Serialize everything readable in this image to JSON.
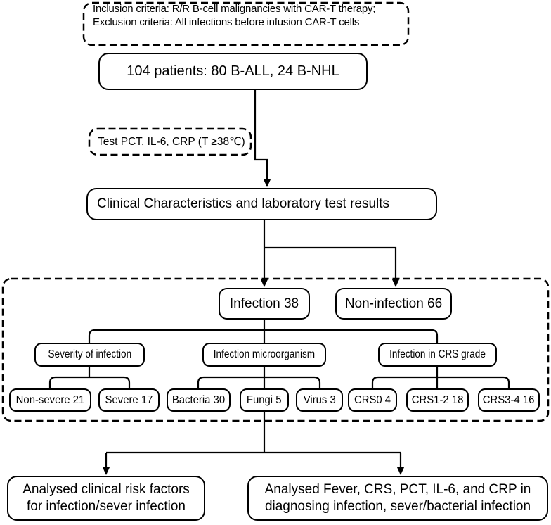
{
  "colors": {
    "ink": "#000000",
    "background": "#ffffff"
  },
  "flowchart": {
    "criteria_note": {
      "lines": [
        "Inclusion criteria: R/R B-cell malignancies with CAR-T therapy;",
        "Exclusion criteria: All infections before infusion CAR-T cells"
      ]
    },
    "cohort": "104 patients: 80 B-ALL, 24 B-NHL",
    "test_note": "Test PCT, IL-6, CRP (T ≥38℃)",
    "clinical": "Clinical Characteristics and laboratory test results",
    "infection": "Infection 38",
    "non_infection": "Non-infection 66",
    "categories": {
      "severity": "Severity of infection",
      "microorganism": "Infection microorganism",
      "crs_grade": "Infection in CRS grade"
    },
    "leaves": {
      "non_severe": "Non-severe 21",
      "severe": "Severe 17",
      "bacteria": "Bacteria 30",
      "fungi": "Fungi 5",
      "virus": "Virus 3",
      "crs0": "CRS0 4",
      "crs12": "CRS1-2 18",
      "crs34": "CRS3-4 16"
    },
    "outcomes": {
      "risk_factors": {
        "lines": [
          "Analysed clinical risk factors",
          "for infection/sever infection"
        ]
      },
      "diagnostics": {
        "lines": [
          "Analysed Fever, CRS, PCT, IL-6, and CRP in",
          "diagnosing infection, sever/bacterial infection"
        ]
      }
    }
  }
}
